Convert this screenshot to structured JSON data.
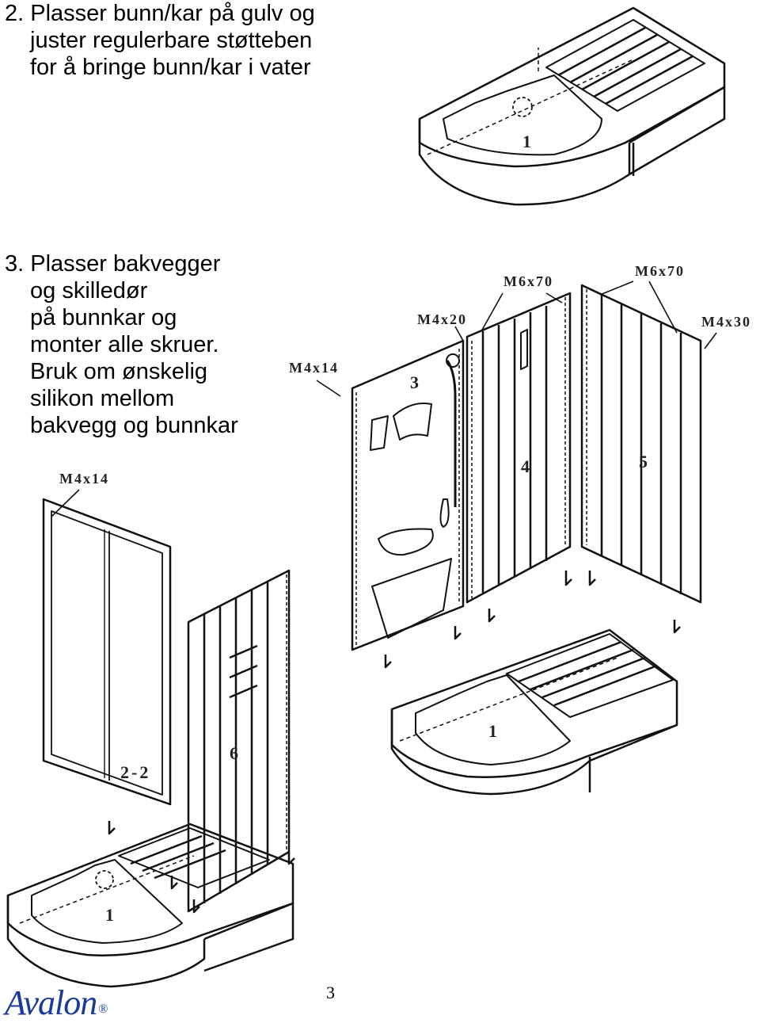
{
  "step2": {
    "number": "2.",
    "lines": [
      "Plasser bunn/kar på gulv og",
      "juster regulerbare støtteben",
      "for å bringe bunn/kar i vater"
    ]
  },
  "step3": {
    "number": "3.",
    "lines": [
      "Plasser bakvegger",
      "og skilledør",
      "på bunnkar og",
      "monter alle skruer.",
      "Bruk om ønskelig",
      "silikon mellom",
      "bakvegg og bunnkar"
    ]
  },
  "labels": {
    "m6x70_left": "M6x70",
    "m6x70_right": "M6x70",
    "m4x20": "M4x20",
    "m4x30": "M4x30",
    "m4x14_top": "M4x14",
    "m4x14_left": "M4x14"
  },
  "part_numbers": {
    "tray_top": "1",
    "tray_right": "1",
    "tray_bottom": "1",
    "panel_3": "3",
    "panel_4": "4",
    "panel_5": "5",
    "panel_6": "6",
    "door_2_2": "2-2"
  },
  "footer": {
    "brand": "Avalon",
    "registered": "®",
    "page_number": "3"
  },
  "colors": {
    "text": "#000000",
    "brand": "#1a3a9a"
  }
}
